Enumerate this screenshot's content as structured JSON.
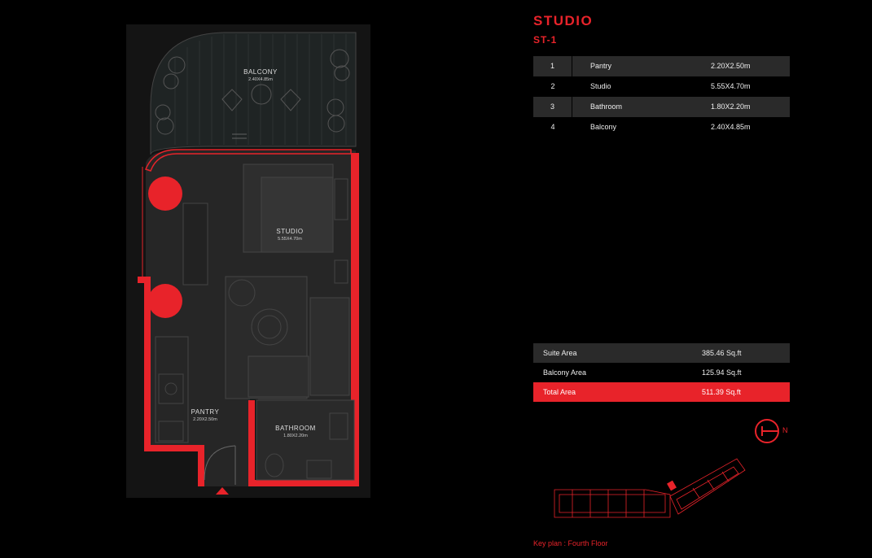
{
  "unit": {
    "title": "STUDIO",
    "code": "ST-1"
  },
  "rooms": [
    {
      "num": "1",
      "name": "Pantry",
      "dim": "2.20X2.50m"
    },
    {
      "num": "2",
      "name": "Studio",
      "dim": "5.55X4.70m"
    },
    {
      "num": "3",
      "name": "Bathroom",
      "dim": "1.80X2.20m"
    },
    {
      "num": "4",
      "name": "Balcony",
      "dim": "2.40X4.85m"
    }
  ],
  "areas": [
    {
      "label": "Suite Area",
      "value": "385.46 Sq.ft"
    },
    {
      "label": "Balcony Area",
      "value": "125.94 Sq.ft"
    },
    {
      "label": "Total Area",
      "value": "511.39 Sq.ft"
    }
  ],
  "plan_labels": {
    "balcony": {
      "title": "BALCONY",
      "dim": "2.40X4.85m"
    },
    "studio": {
      "title": "STUDIO",
      "dim": "5.55X4.70m"
    },
    "pantry": {
      "title": "PANTRY",
      "dim": "2.20X2.50m"
    },
    "bathroom": {
      "title": "BATHROOM",
      "dim": "1.80X2.20m"
    }
  },
  "compass": {
    "label": "N"
  },
  "keyplan": {
    "label": "Key plan : Fourth Floor"
  },
  "colors": {
    "accent": "#e8232a",
    "background": "#000000",
    "panel": "#141414",
    "row_shade": "#2a2a2a"
  }
}
